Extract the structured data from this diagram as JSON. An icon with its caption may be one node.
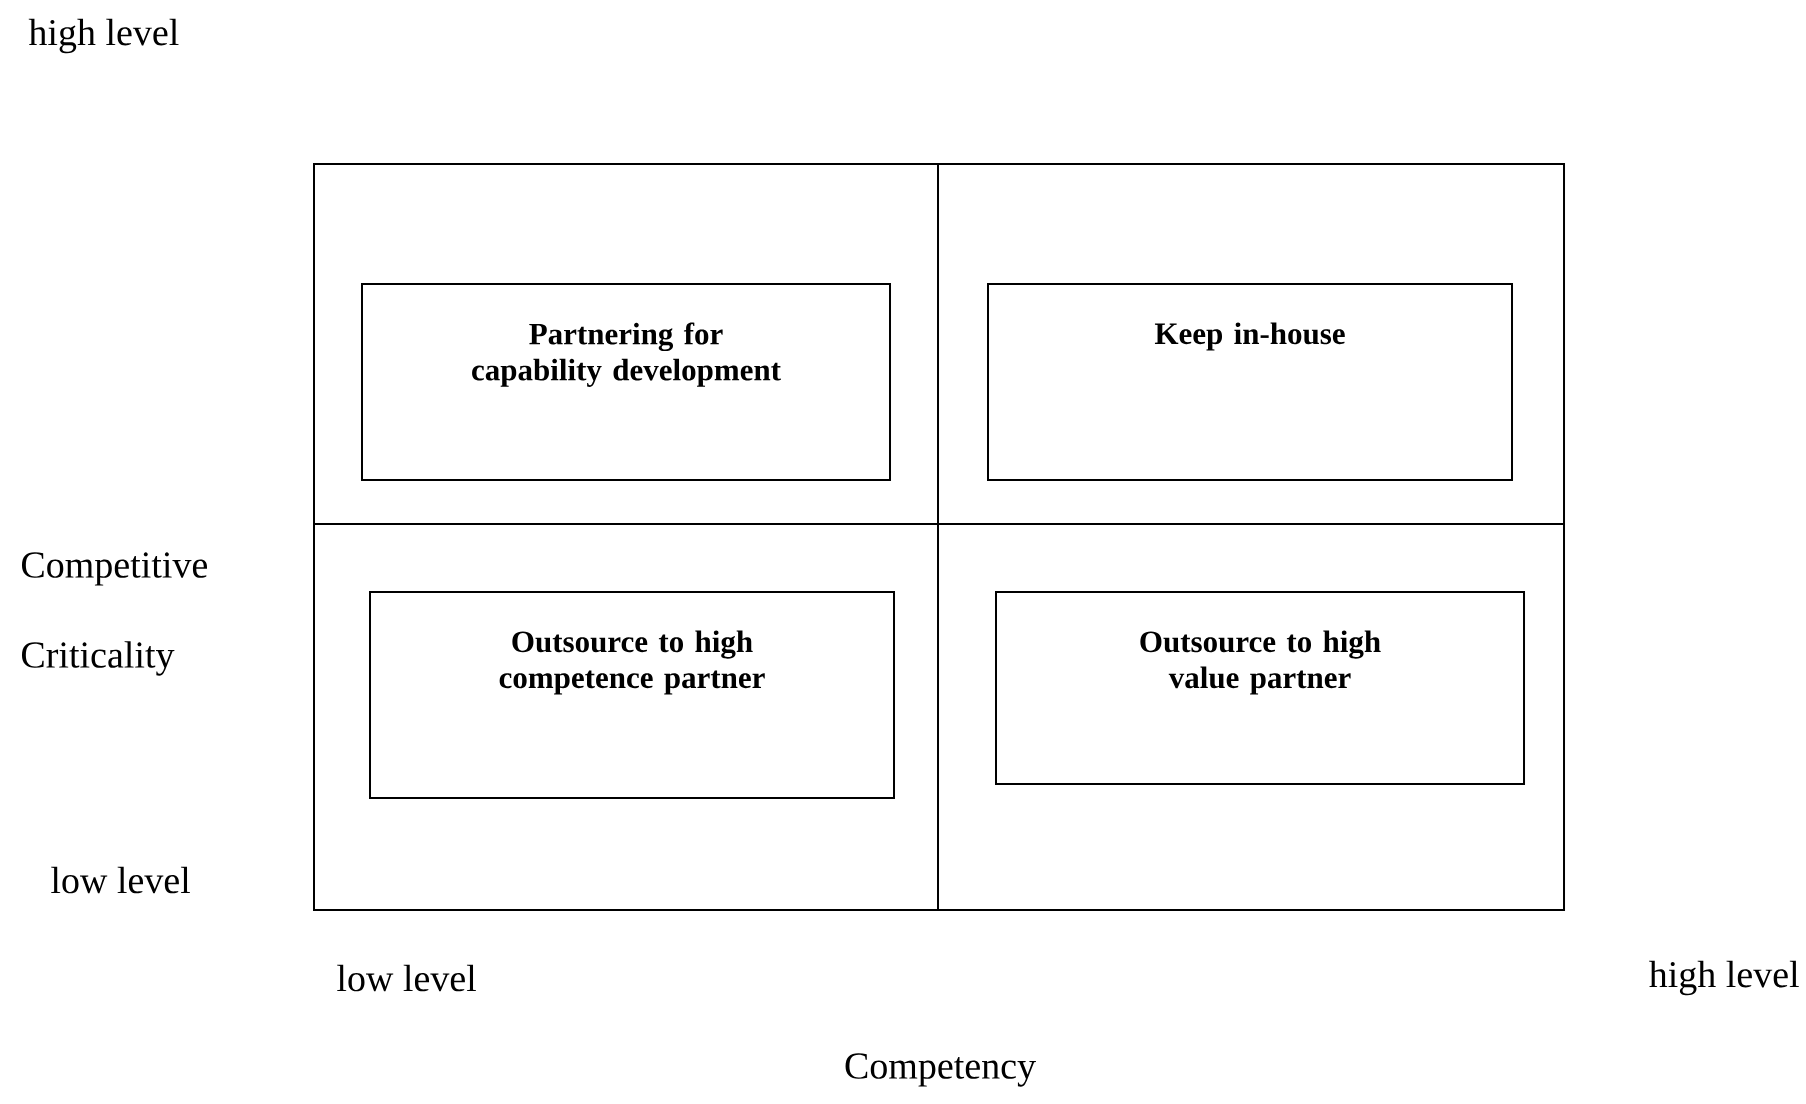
{
  "diagram": {
    "nodes": [
      {
        "text": [
          "Partnering for capability development"
        ]
      },
      {
        "text": [
          "Keep in-house"
        ]
      },
      {
        "text": [
          "Outsource to high competence partner"
        ]
      },
      {
        "text": [
          "Outsource to high value partner"
        ]
      }
    ],
    "edges": [],
    "labels": [
      "high level",
      "Competitive Criticality",
      "low level",
      "low level",
      "high level",
      "Competency"
    ]
  }
}
